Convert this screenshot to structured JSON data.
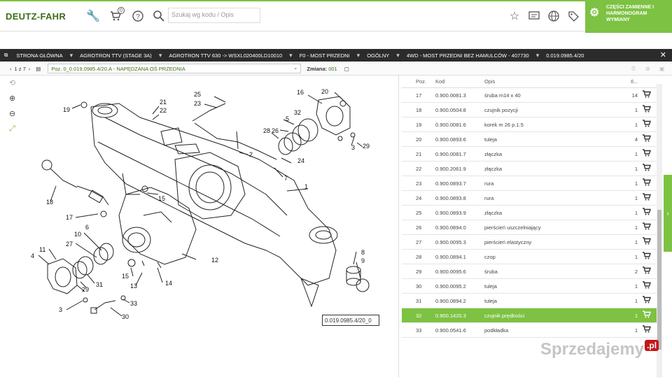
{
  "header": {
    "logo": "DEUTZ-FAHR",
    "cart_count": "0",
    "search_placeholder": "Szukaj wg kodu / Opis",
    "right_title": "CZĘŚCI ZAMIENNE I HARMONOGRAM WYMIANY"
  },
  "breadcrumb": [
    "STRONA GŁÓWNA",
    "AGROTRON TTV (STAGE 3A)",
    "AGROTRON TTV 630 -> WSXL020400LD10010",
    "F0 - MOST PRZEDNI",
    "OGÓLNY",
    "4WD - MOST PRZEDNI BEZ HAMULCÓW - 407730",
    "0.019.0985.4/20"
  ],
  "toolbar": {
    "pager": "1 z 7",
    "poz": "Poz. 0_0.019.0985.4/20.A - NAPĘDZANA OŚ PRZEDNIA",
    "zmiana_label": "Zmiana:",
    "zmiana_value": "001"
  },
  "diagram": {
    "caption": "0.019.0985.4/20_0",
    "labels": [
      "1",
      "2",
      "3",
      "3",
      "4",
      "5",
      "6",
      "7",
      "8",
      "9",
      "10",
      "11",
      "12",
      "13",
      "14",
      "15",
      "15",
      "16",
      "17",
      "18",
      "19",
      "20",
      "21",
      "22",
      "23",
      "24",
      "25",
      "26",
      "27",
      "28",
      "29",
      "29",
      "30",
      "31",
      "32",
      "33"
    ]
  },
  "parts": {
    "headers": [
      "Poz.",
      "Kod",
      "Opis",
      "Il..."
    ],
    "rows": [
      {
        "poz": "17",
        "kod": "0.900.0081.3",
        "opis": "śruba m14 x 40",
        "il": "14"
      },
      {
        "poz": "18",
        "kod": "0.900.0504.8",
        "opis": "czujnik pozycji",
        "il": "1"
      },
      {
        "poz": "19",
        "kod": "0.900.0081.6",
        "opis": "korek m 26 p.1.5",
        "il": "1"
      },
      {
        "poz": "20",
        "kod": "0.900.0893.6",
        "opis": "tuleja",
        "il": "4"
      },
      {
        "poz": "21",
        "kod": "0.900.0081.7",
        "opis": "złączka",
        "il": "1"
      },
      {
        "poz": "22",
        "kod": "0.900.2061.9",
        "opis": "złączka",
        "il": "1"
      },
      {
        "poz": "23",
        "kod": "0.900.0893.7",
        "opis": "rura",
        "il": "1"
      },
      {
        "poz": "24",
        "kod": "0.900.0893.8",
        "opis": "rura",
        "il": "1"
      },
      {
        "poz": "25",
        "kod": "0.900.0893.9",
        "opis": "złączka",
        "il": "1"
      },
      {
        "poz": "26",
        "kod": "0.900.0894.0",
        "opis": "pierścień uszczelniający",
        "il": "1"
      },
      {
        "poz": "27",
        "kod": "0.900.0095.3",
        "opis": "pierścień elastyczny",
        "il": "1"
      },
      {
        "poz": "28",
        "kod": "0.900.0894.1",
        "opis": "czop",
        "il": "1"
      },
      {
        "poz": "29",
        "kod": "0.900.0095.6",
        "opis": "śruba",
        "il": "2"
      },
      {
        "poz": "30",
        "kod": "0.900.0095.2",
        "opis": "tuleja",
        "il": "1"
      },
      {
        "poz": "31",
        "kod": "0.900.0894.2",
        "opis": "tuleja",
        "il": "1"
      },
      {
        "poz": "32",
        "kod": "0.900.1420.3",
        "opis": "czujnik prędkości",
        "il": "1",
        "selected": true
      },
      {
        "poz": "33",
        "kod": "0.900.0541.6",
        "opis": "podkładka",
        "il": "1"
      }
    ]
  },
  "watermark": {
    "text": "Sprzedajemy",
    "suffix": ".pl"
  },
  "colors": {
    "accent": "#7dc242",
    "dark": "#2b2b2b",
    "brand": "#3c6e1c"
  }
}
